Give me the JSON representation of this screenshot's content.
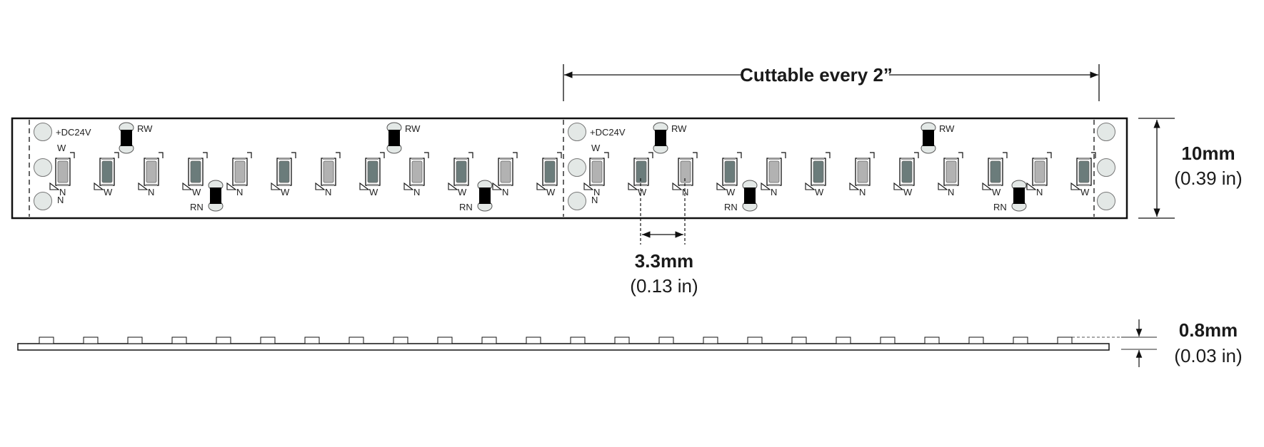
{
  "title_dimension": {
    "label": "Cuttable every 2”"
  },
  "strip": {
    "power_label": "+DC24V",
    "resistor_labels": {
      "white": "RW",
      "neutral": "RN"
    },
    "led_channel_pattern": [
      "N",
      "W"
    ],
    "pad_label_extra_top": "W",
    "pad_label_extra_bottom": "N",
    "leds_per_section": 12,
    "sections": 2,
    "colors": {
      "neutral_led": "#b2b2b2",
      "white_led": "#6b7c7b",
      "pad": "#e3e8e6",
      "resistor": "#000000"
    }
  },
  "width_dimension": {
    "value": "10mm",
    "imperial": "(0.39 in)"
  },
  "pitch_dimension": {
    "value": "3.3mm",
    "imperial": "(0.13 in)"
  },
  "thickness_dimension": {
    "value": "0.8mm",
    "imperial": "(0.03 in)"
  },
  "side_view": {
    "led_count": 24
  }
}
